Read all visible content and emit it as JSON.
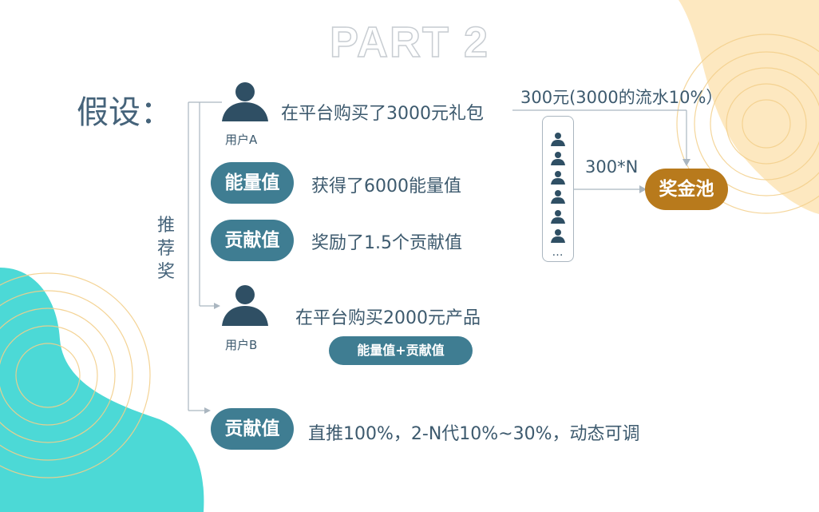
{
  "slide": {
    "title": "PART 2",
    "assumption_label": "假设：",
    "side_label": "推荐奖"
  },
  "user_a": {
    "label": "用户A",
    "action": "在平台购买了3000元礼包",
    "flow_note": "300元(3000的流水10%）"
  },
  "energy": {
    "label": "能量值",
    "desc": "获得了6000能量值"
  },
  "contribution": {
    "label": "贡献值",
    "desc": "奖励了1.5个贡献值"
  },
  "user_b": {
    "label": "用户B",
    "action": "在平台购买2000元产品",
    "badge": "能量值+贡献值"
  },
  "referral": {
    "label": "贡献值",
    "desc": "直推100%，2-N代10%~30%，动态可调"
  },
  "group": {
    "count_label": "300*N",
    "more": "…"
  },
  "pool": {
    "label": "奖金池"
  },
  "colors": {
    "teal_pill": "#3f7d92",
    "gold_pool": "#b87a1c",
    "user_icon": "#2f4f64",
    "cyan_blob": "#4cd9d6",
    "cream_blob": "#fde8c0",
    "ring_stroke": "#f3cf8a"
  }
}
